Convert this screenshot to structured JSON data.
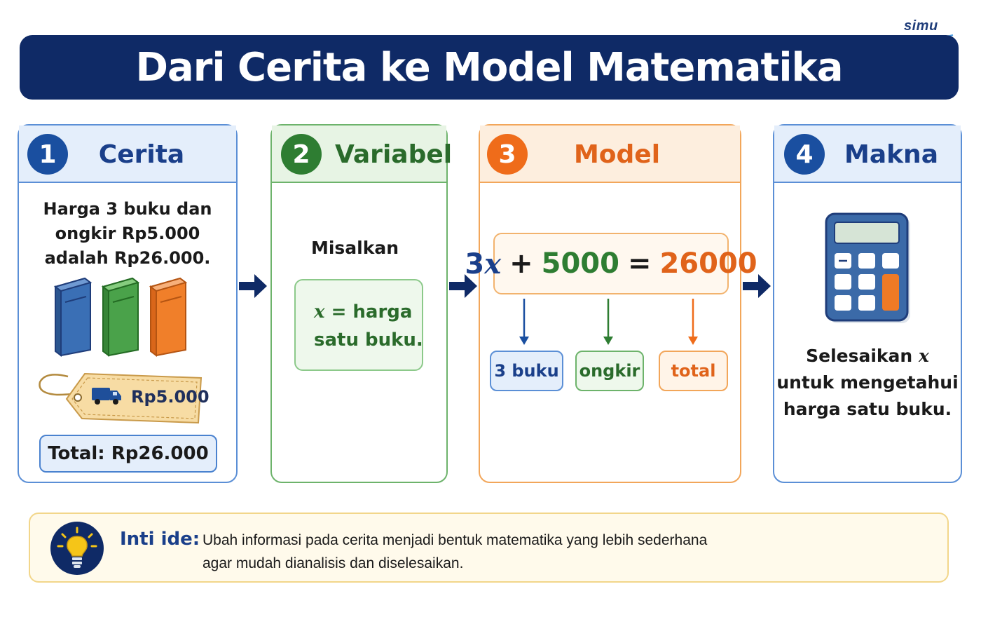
{
  "brand": {
    "logo": "simu"
  },
  "header": {
    "title": "Dari Cerita ke Model Matematika"
  },
  "steps": [
    {
      "number": "1",
      "title": "Cerita",
      "story_lines": [
        "Harga 3 buku dan",
        "ongkir Rp5.000",
        "adalah Rp26.000."
      ],
      "shipping_tag": "Rp5.000",
      "total": "Total: Rp26.000",
      "icons": [
        "book-icon",
        "book-icon",
        "book-icon",
        "delivery-truck-icon",
        "price-tag-icon"
      ]
    },
    {
      "number": "2",
      "title": "Variabel",
      "lead": "Misalkan",
      "variable": "x",
      "definition_line1": "= harga",
      "definition_line2": "satu buku."
    },
    {
      "number": "3",
      "title": "Model",
      "equation": {
        "coef": "3",
        "var": "x",
        "plus": "+",
        "constant": "5000",
        "equals": "=",
        "result": "26000"
      },
      "labels": [
        "3 buku",
        "ongkir",
        "total"
      ]
    },
    {
      "number": "4",
      "title": "Makna",
      "icon": "calculator-icon",
      "text_line1_prefix": "Selesaikan",
      "text_var": "x",
      "text_line2": "untuk mengetahui",
      "text_line3": "harga satu buku."
    }
  ],
  "key_idea": {
    "icon": "lightbulb-icon",
    "label": "Inti ide:",
    "line1": "Ubah informasi pada cerita menjadi bentuk matematika yang lebih sederhana",
    "line2": "agar mudah dianalisis dan diselesaikan."
  },
  "colors": {
    "navy": "#0f2a66",
    "blue": "#1a4fa0",
    "green": "#2e7d32",
    "orange": "#ef6c1a",
    "idea_bg": "#fffaeb"
  }
}
